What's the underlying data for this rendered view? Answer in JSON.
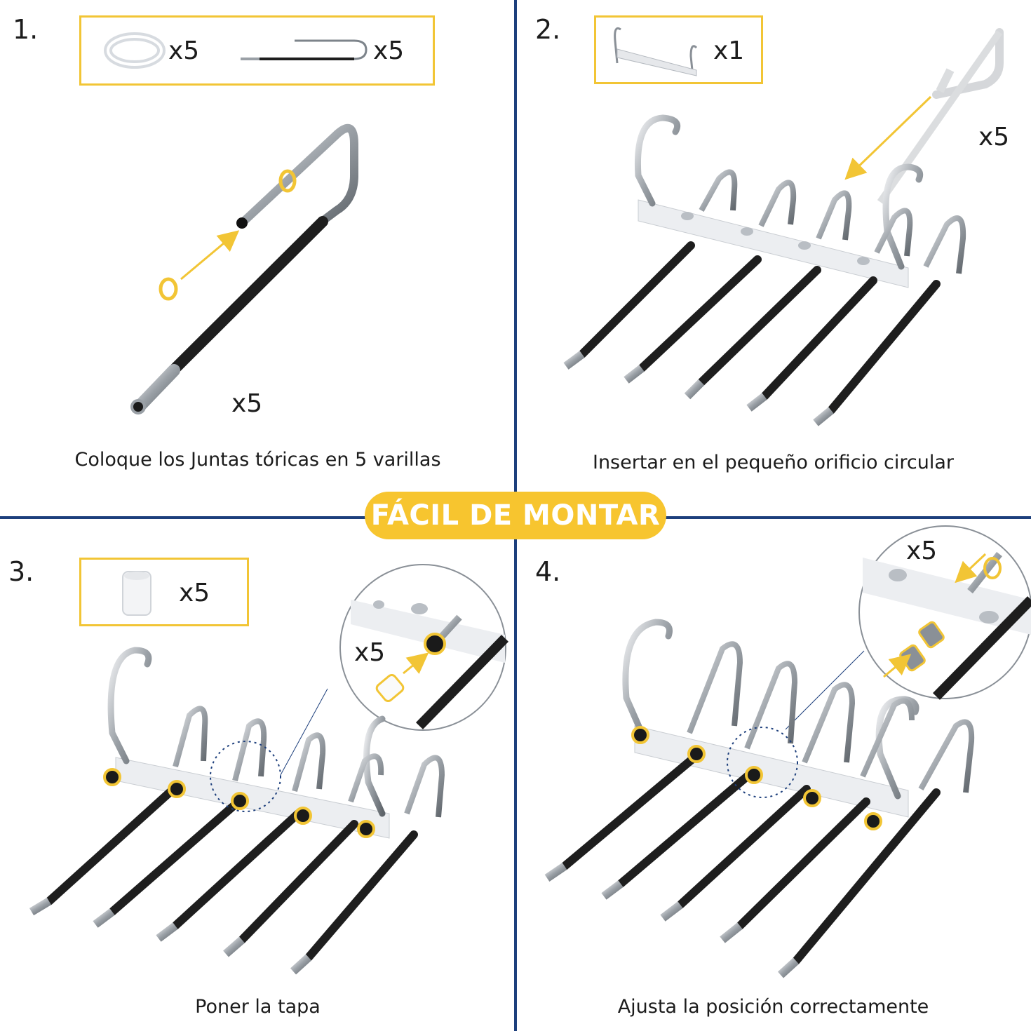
{
  "banner": {
    "title": "FÁCIL DE MONTAR"
  },
  "steps": [
    {
      "number": "1.",
      "caption": "Coloque los Juntas tóricas en 5 varillas",
      "parts": [
        {
          "icon": "o-ring-icon",
          "qty": "x5"
        },
        {
          "icon": "rod-icon",
          "qty": "x5"
        }
      ],
      "diagram_qty": "x5"
    },
    {
      "number": "2.",
      "caption": "Insertar en el pequeño orificio circular",
      "parts": [
        {
          "icon": "hanger-frame-icon",
          "qty": "x1"
        }
      ],
      "diagram_qty": "x5"
    },
    {
      "number": "3.",
      "caption": "Poner la tapa",
      "parts": [
        {
          "icon": "end-cap-icon",
          "qty": "x5"
        }
      ],
      "zoom_qty": "x5"
    },
    {
      "number": "4.",
      "caption": "Ajusta la posición correctamente",
      "zoom_qty": "x5"
    }
  ],
  "colors": {
    "accent_yellow": "#f2c535",
    "divider_blue": "#1d3f7c",
    "rod_black": "#1e1e1e",
    "metal": "#9aa0a6",
    "plastic": "#eaecef"
  }
}
